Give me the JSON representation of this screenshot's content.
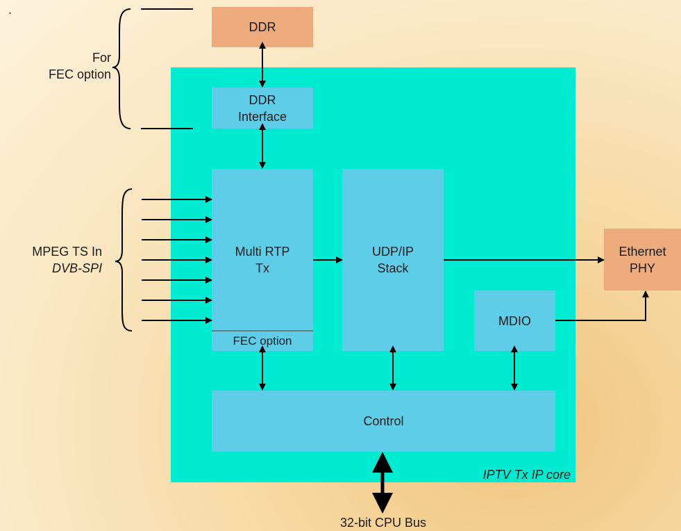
{
  "blocks": {
    "ddr": "DDR",
    "ddr_interface": [
      "DDR",
      "Interface"
    ],
    "multi_rtp": [
      "Multi RTP",
      "Tx"
    ],
    "fec_option": "FEC option",
    "udp_ip": [
      "UDP/IP",
      "Stack"
    ],
    "mdio": "MDIO",
    "control": "Control",
    "ethernet_phy": [
      "Ethernet",
      "PHY"
    ]
  },
  "labels": {
    "for_fec": [
      "For",
      "FEC option"
    ],
    "mpeg_ts_in": "MPEG TS In",
    "dvb_spi": "DVB-SPI",
    "core_name": "IPTV Tx IP core",
    "cpu_bus": "32-bit CPU Bus",
    "corner_dot": "."
  },
  "colors": {
    "core_fill": "#00ecd2",
    "block_fill": "#5ecee8",
    "external_fill": "#eeab7b",
    "line": "#000000"
  },
  "connections": [
    {
      "from": "DDR",
      "to": "DDR Interface",
      "type": "bidirectional"
    },
    {
      "from": "DDR Interface",
      "to": "Multi RTP Tx",
      "type": "bidirectional"
    },
    {
      "from": "MPEG TS In",
      "to": "Multi RTP Tx",
      "type": "arrow",
      "count": 7
    },
    {
      "from": "Multi RTP Tx",
      "to": "UDP/IP Stack",
      "type": "arrow"
    },
    {
      "from": "UDP/IP Stack",
      "to": "Ethernet PHY",
      "type": "arrow"
    },
    {
      "from": "MDIO",
      "to": "Ethernet PHY",
      "type": "arrow"
    },
    {
      "from": "FEC option",
      "to": "Control",
      "type": "bidirectional"
    },
    {
      "from": "UDP/IP Stack",
      "to": "Control",
      "type": "bidirectional"
    },
    {
      "from": "MDIO",
      "to": "Control",
      "type": "bidirectional"
    },
    {
      "from": "Control",
      "to": "32-bit CPU Bus",
      "type": "bidirectional-thick"
    }
  ]
}
